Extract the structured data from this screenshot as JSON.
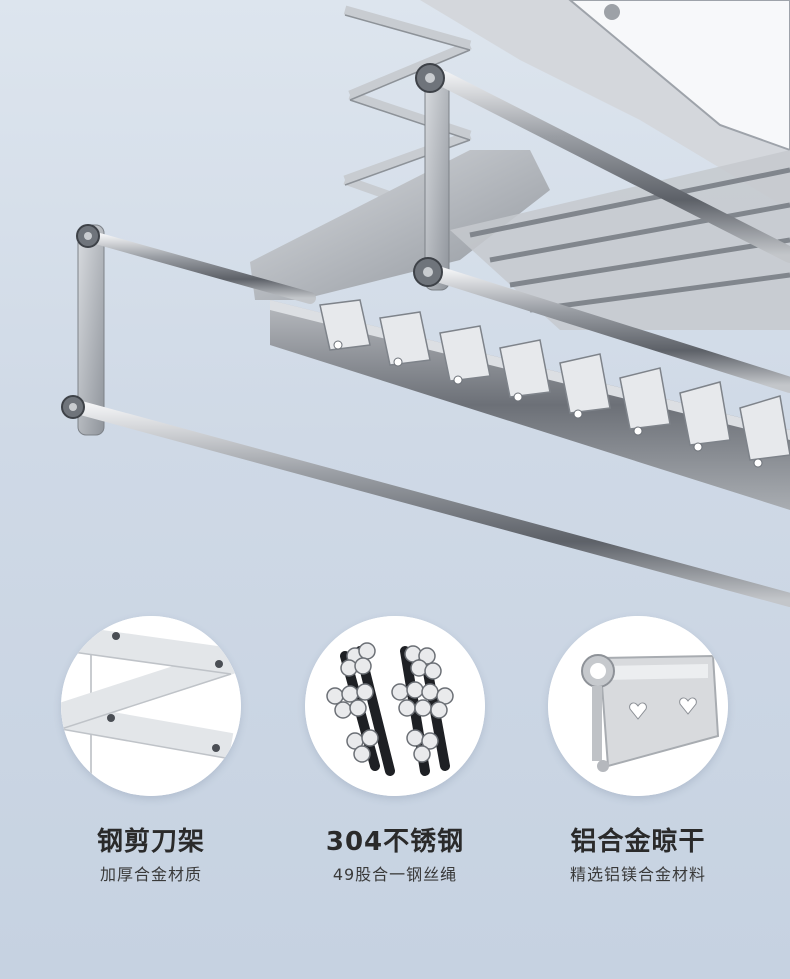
{
  "features": [
    {
      "title": "钢剪刀架",
      "subtitle": "加厚合金材质",
      "icon": "scissor-lift-icon"
    },
    {
      "title": "304不锈钢",
      "subtitle": "49股合一钢丝绳",
      "icon": "steel-wire-rope-icon"
    },
    {
      "title": "铝合金晾干",
      "subtitle": "精选铝镁合金材料",
      "icon": "aluminum-profile-icon"
    }
  ],
  "colors": {
    "background": "#cfd9e6",
    "metal": "#8a8d92",
    "text": "#2a2a2a"
  }
}
